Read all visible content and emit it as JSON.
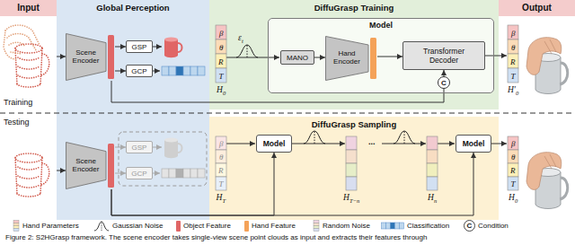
{
  "diagram": {
    "caption": "Figure 2: S2HGrasp framework. The scene encoder takes single-view scene point clouds as input and extracts their features through",
    "nodes": [
      {
        "text": [
          "Input"
        ]
      },
      {
        "text": [
          "Global Perception"
        ]
      },
      {
        "text": [
          "Scene Encoder"
        ],
        "in": 1
      },
      {
        "text": [
          "GSP"
        ],
        "in": 1
      },
      {
        "text": [
          "GCP"
        ],
        "in": 1
      },
      {
        "text": [
          "DiffuGrasp Training"
        ]
      },
      {
        "text": [
          "Model"
        ],
        "in": 5
      },
      {
        "text": [
          "MANO"
        ],
        "in": 6
      },
      {
        "text": [
          "Hand Encoder"
        ],
        "in": 6
      },
      {
        "text": [
          "Transformer Decoder"
        ],
        "in": 6
      },
      {
        "text": [
          "Output"
        ]
      },
      {
        "text": [
          "Scene Encoder"
        ],
        "in": 1
      },
      {
        "text": [
          "GSP"
        ],
        "in": 1
      },
      {
        "text": [
          "GCP"
        ],
        "in": 1
      },
      {
        "text": [
          "DiffuGrasp Sampling"
        ]
      },
      {
        "text": [
          "Model"
        ],
        "in": 14
      },
      {
        "text": [
          "Model"
        ],
        "in": 14
      }
    ],
    "edges": [
      {
        "from": 0,
        "to": 2,
        "arrow": "to"
      },
      {
        "from": 2,
        "to": 3,
        "arrow": "to"
      },
      {
        "from": 2,
        "to": 4,
        "arrow": "to"
      },
      {
        "from": 2,
        "to": 9,
        "arrow": "to"
      },
      {
        "from": 7,
        "to": 8,
        "arrow": "to"
      },
      {
        "from": 8,
        "to": 9,
        "arrow": "to"
      },
      {
        "from": 0,
        "to": 11,
        "arrow": "to"
      },
      {
        "from": 11,
        "to": 12,
        "arrow": "to"
      },
      {
        "from": 11,
        "to": 13,
        "arrow": "to"
      },
      {
        "from": 11,
        "to": 15,
        "arrow": "to"
      },
      {
        "from": 11,
        "to": 16,
        "arrow": "to"
      }
    ],
    "labels": [
      "β",
      "θ",
      "R",
      "T",
      "H",
      "0",
      "ε",
      "t",
      "C",
      "β",
      "θ",
      "R",
      "T",
      "H′",
      "0",
      "Training",
      "Testing",
      "β",
      "θ",
      "R",
      "T",
      "H",
      "T",
      "H",
      "T−n",
      "...",
      "H",
      "n",
      "β",
      "θ",
      "R",
      "T",
      "H",
      "0",
      "C"
    ],
    "legend": [
      {
        "text": "Hand Parameters"
      },
      {
        "text": "Gaussian Noise"
      },
      {
        "text": "Object Feature",
        "color": "#e06666"
      },
      {
        "text": "Hand Feature",
        "color": "#f4a259"
      },
      {
        "text": "Random Noise"
      },
      {
        "text": "Classification"
      },
      {
        "text": "Condition"
      }
    ]
  }
}
